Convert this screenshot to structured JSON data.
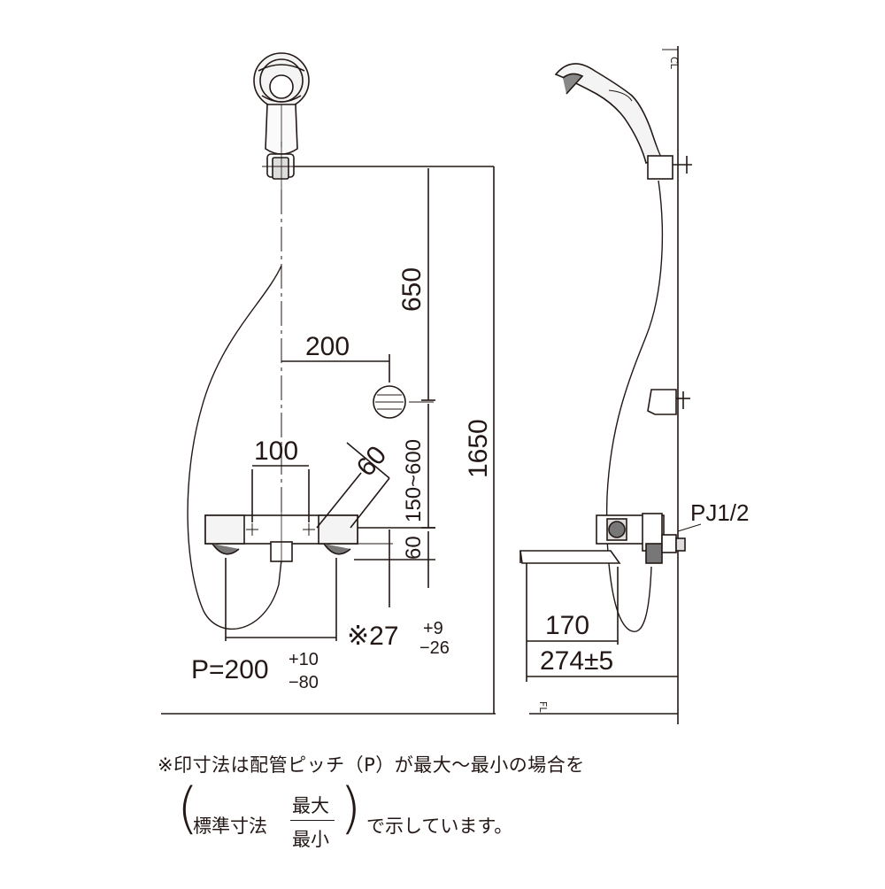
{
  "front": {
    "dim_200": "200",
    "dim_650": "650",
    "dim_1650": "1650",
    "dim_100": "100",
    "dim_60_angle": "60",
    "dim_150_600": "150~600",
    "dim_60_vertical": "60",
    "dim_27_base": "※27",
    "dim_27_plus": "+9",
    "dim_27_minus": "−26",
    "pitch_base": "P=200",
    "pitch_plus": "+10",
    "pitch_minus": "−80"
  },
  "side": {
    "pj_label": "PJ1/2",
    "dim_170": "170",
    "dim_274": "274±5",
    "cl_top": "CL",
    "fl_bottom": "FL"
  },
  "note": {
    "line1": "※印寸法は配管ピッチ（P）が最大～最小の場合を",
    "open_paren": "(",
    "standard": "標準寸法",
    "max": "最大",
    "min": "最小",
    "close_paren": ")",
    "tail": "で示しています。"
  },
  "colors": {
    "line": "#231815",
    "fill_light": "#f2f2f2",
    "fill_dark": "#555555"
  }
}
